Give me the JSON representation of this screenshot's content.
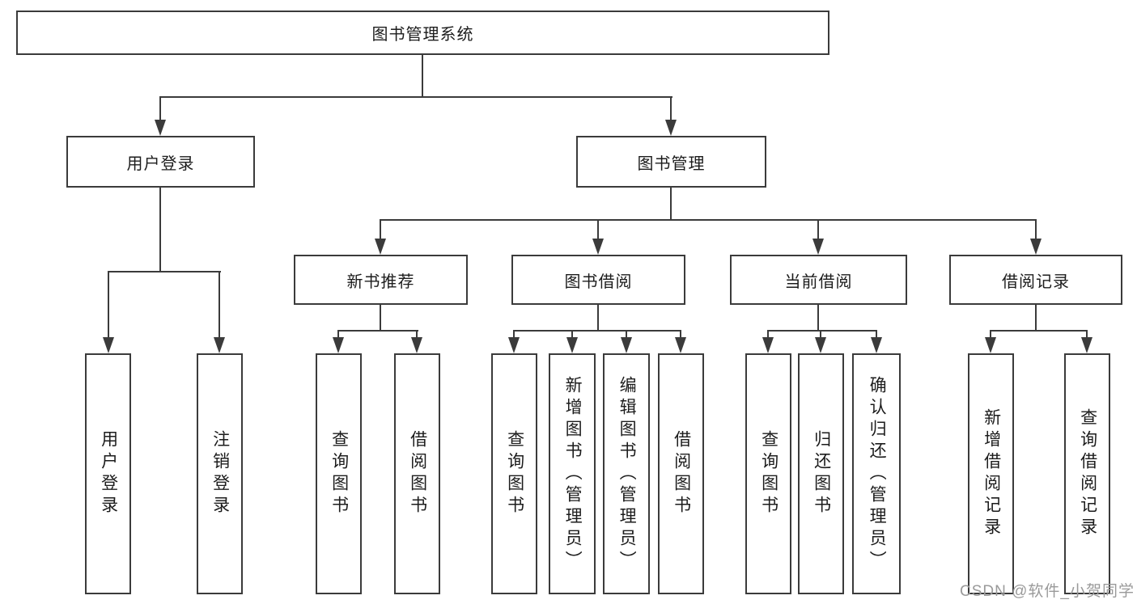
{
  "diagram": {
    "type": "hierarchy-tree",
    "colors": {
      "line": "#3b3b3b",
      "box_border": "#3b3b3b",
      "box_fill": "#ffffff",
      "text": "#1c1c1c",
      "watermark": "#9a9a9a",
      "background": "#ffffff"
    }
  },
  "tree": {
    "label": "图书管理系统",
    "children": [
      {
        "label": "用户登录",
        "children": [
          {
            "label": "用户登录"
          },
          {
            "label": "注销登录"
          }
        ]
      },
      {
        "label": "图书管理",
        "children": [
          {
            "label": "新书推荐",
            "children": [
              {
                "label": "查询图书"
              },
              {
                "label": "借阅图书"
              }
            ]
          },
          {
            "label": "图书借阅",
            "children": [
              {
                "label": "查询图书"
              },
              {
                "label": "新增图书（管理员）"
              },
              {
                "label": "编辑图书（管理员）"
              },
              {
                "label": "借阅图书"
              }
            ]
          },
          {
            "label": "当前借阅",
            "children": [
              {
                "label": "查询图书"
              },
              {
                "label": "归还图书"
              },
              {
                "label": "确认归还（管理员）"
              }
            ]
          },
          {
            "label": "借阅记录",
            "children": [
              {
                "label": "新增借阅记录"
              },
              {
                "label": "查询借阅记录"
              }
            ]
          }
        ]
      }
    ]
  },
  "watermark": "CSDN @软件_小贺同学"
}
